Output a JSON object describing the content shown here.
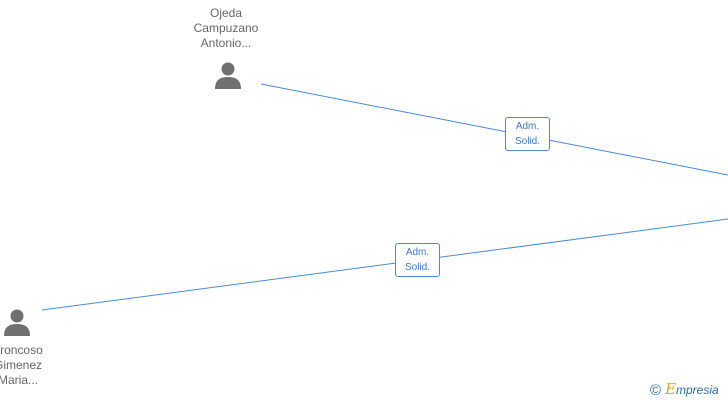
{
  "nodes": {
    "top_person": {
      "name_lines": [
        "Ojeda",
        "Campuzano",
        "Antonio..."
      ],
      "icon": "person-icon"
    },
    "left_person": {
      "name_lines": [
        "Troncoso",
        "Gimenez",
        "Maria..."
      ],
      "icon": "person-icon"
    }
  },
  "edges": [
    {
      "label_lines": [
        "Adm.",
        "Solid."
      ]
    },
    {
      "label_lines": [
        "Adm.",
        "Solid."
      ]
    }
  ],
  "colors": {
    "edge_line": "#4a8ad8",
    "node_icon": "#707070",
    "node_text": "#666666"
  },
  "watermark": {
    "copyright_symbol": "©",
    "brand_initial": "E",
    "brand_rest": "mpresia"
  }
}
